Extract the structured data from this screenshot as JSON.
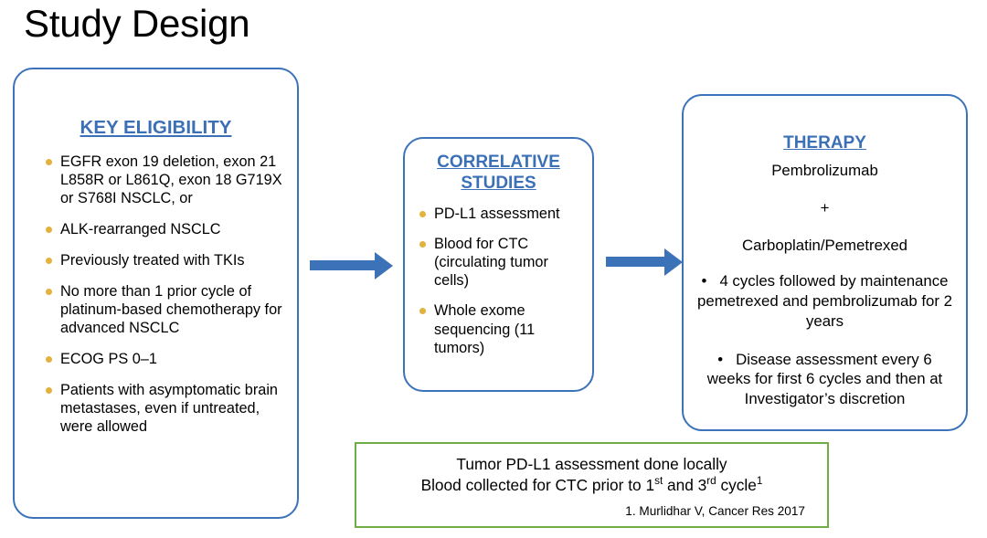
{
  "slide": {
    "title": "Study Design",
    "colors": {
      "box_border_blue": "#3b72b8",
      "heading_blue": "#3b6fb6",
      "bullet_gold": "#e3b23c",
      "arrow_blue": "#3b72b8",
      "note_border_green": "#70ad47",
      "text_black": "#000000",
      "background": "#ffffff"
    }
  },
  "eligibility": {
    "heading": "KEY ELIGIBILITY",
    "bullets": [
      "EGFR exon 19 deletion, exon 21 L858R or L861Q, exon 18 G719X or S768I NSCLC, or",
      "ALK-rearranged NSCLC",
      "Previously treated with TKIs",
      "No more than 1 prior cycle of platinum-based chemotherapy for advanced NSCLC",
      "ECOG PS 0–1",
      "Patients with asymptomatic brain metastases, even if untreated, were allowed"
    ]
  },
  "correlative": {
    "heading": "CORRELATIVE STUDIES",
    "bullets": [
      "PD-L1 assessment",
      "Blood for CTC (circulating tumor cells)",
      "Whole exome sequencing (11 tumors)"
    ]
  },
  "therapy": {
    "heading": "THERAPY",
    "drug_1": "Pembrolizumab",
    "plus": "+",
    "drug_2": "Carboplatin/Pemetrexed",
    "bullet_marker": "•",
    "detail_1": "4 cycles followed by maintenance pemetrexed and pembrolizumab for 2 years",
    "detail_2": "Disease assessment every 6 weeks for first 6 cycles and then at Investigator’s discretion"
  },
  "arrows": {
    "arrow_1_name": "arrow-eligibility-to-correlative",
    "arrow_2_name": "arrow-correlative-to-therapy"
  },
  "note": {
    "line_1": "Tumor PD-L1 assessment done locally",
    "line_2_a": "Blood collected for CTC prior to 1",
    "line_2_sup_a": "st",
    "line_2_b": " and 3",
    "line_2_sup_b": "rd",
    "line_2_c": " cycle",
    "line_2_sup_c": "1",
    "reference": "1. Murlidhar V, Cancer Res 2017"
  }
}
